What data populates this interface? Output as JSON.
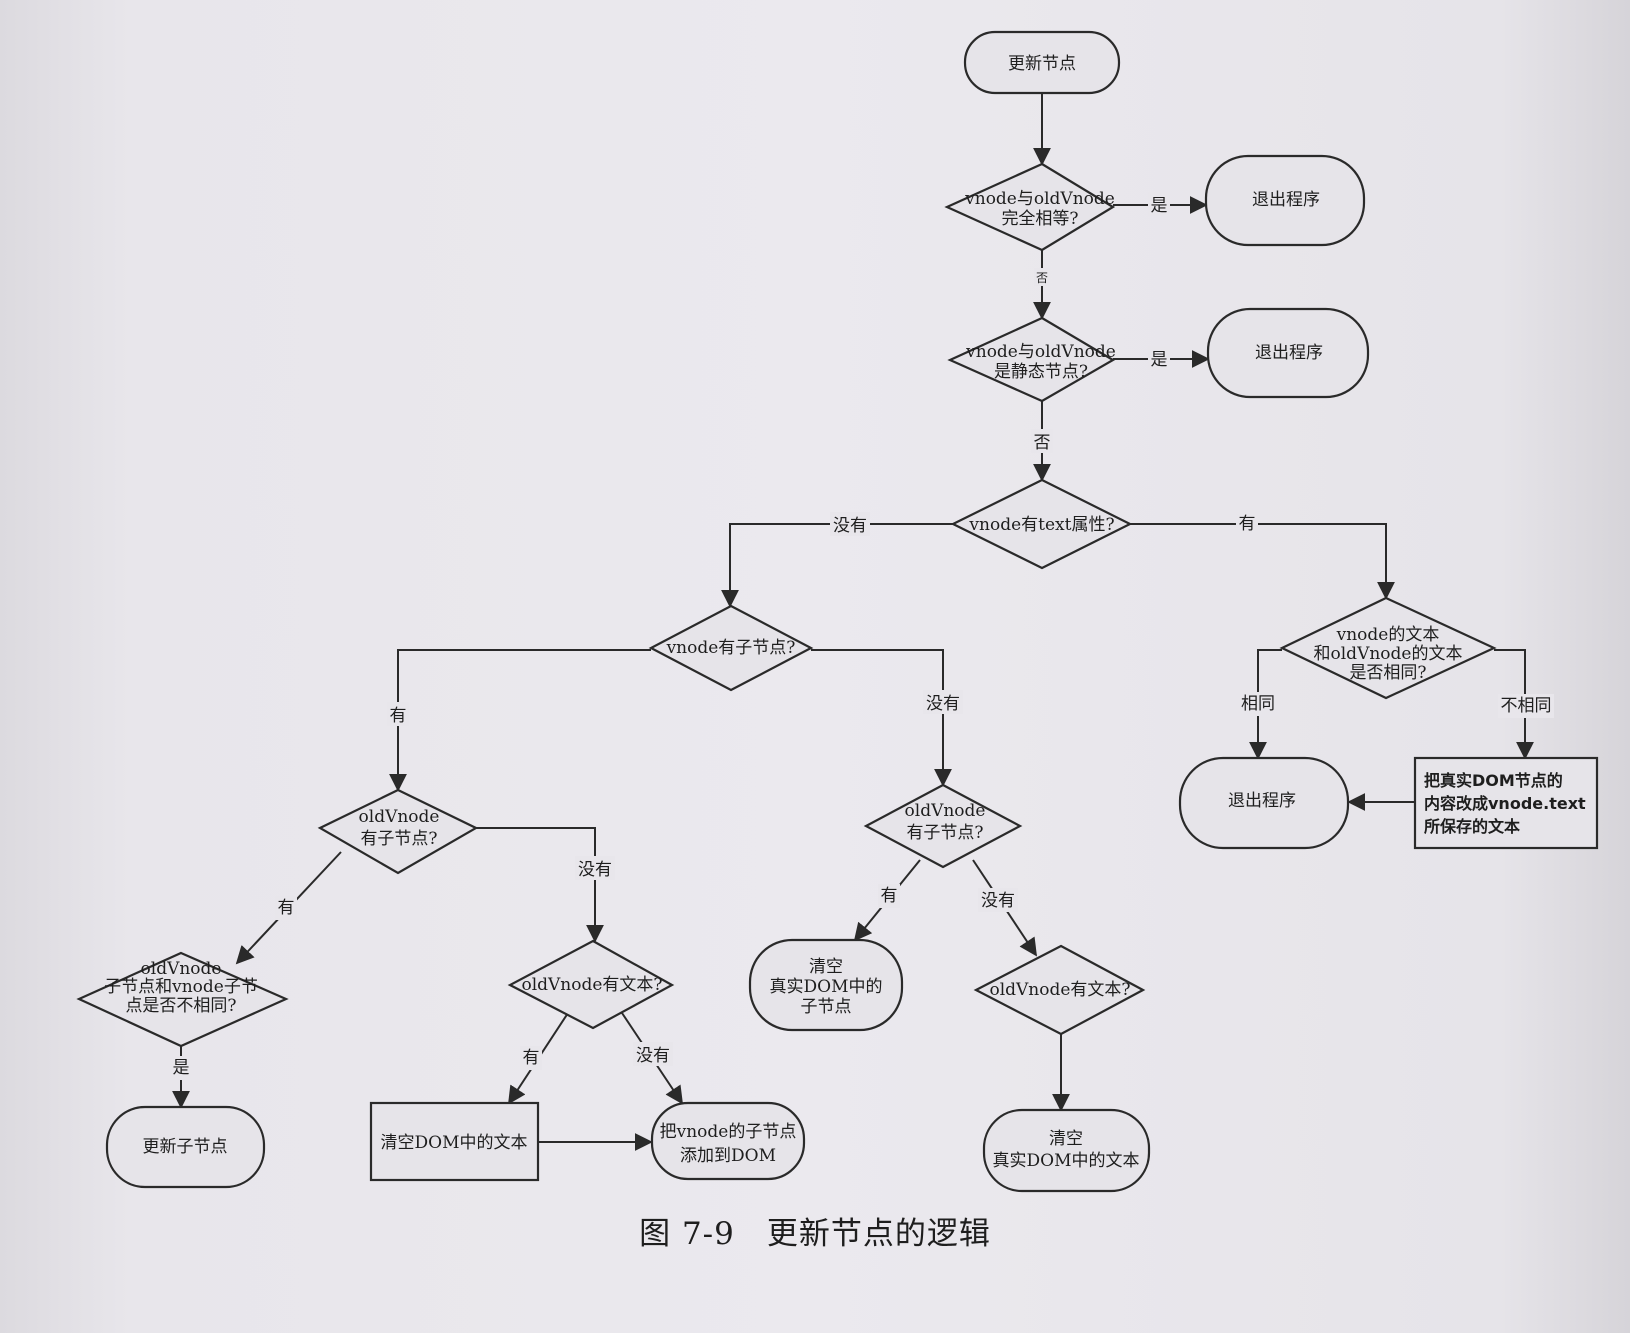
{
  "caption": "图 7-9　更新节点的逻辑",
  "nodes": {
    "start": "更新节点",
    "q_equal": [
      "vnode与oldVnode",
      "完全相等?"
    ],
    "exit_1": "退出程序",
    "q_static": [
      "vnode与oldVnode",
      "是静态节点?"
    ],
    "exit_2": "退出程序",
    "q_text": "vnode有text属性?",
    "q_children": "vnode有子节点?",
    "q_same_text": [
      "vnode的文本",
      "和oldVnode的文本",
      "是否相同?"
    ],
    "exit_3": "退出程序",
    "set_text": [
      "把真实DOM节点的",
      "内容改成vnode.text",
      "所保存的文本"
    ],
    "q_old_children_a": [
      "oldVnode",
      "有子节点?"
    ],
    "q_old_children_b": [
      "oldVnode",
      "有子节点?"
    ],
    "q_children_differ": [
      "oldVnode",
      "子节点和vnode子节",
      "点是否不相同?"
    ],
    "q_old_text_a": "oldVnode有文本?",
    "clear_children": [
      "清空",
      "真实DOM中的",
      "子节点"
    ],
    "q_old_text_b": "oldVnode有文本?",
    "update_children": "更新子节点",
    "clear_dom_text": "清空DOM中的文本",
    "add_children": [
      "把vnode的子节点",
      "添加到DOM"
    ],
    "clear_real_text": [
      "清空",
      "真实DOM中的文本"
    ]
  },
  "edge_labels": {
    "equal_yes": "是",
    "equal_no": "否",
    "static_yes": "是",
    "static_no": "否",
    "text_no": "没有",
    "text_yes": "有",
    "children_yes": "有",
    "children_no": "没有",
    "same": "相同",
    "not_same": "不相同",
    "olda_yes": "有",
    "olda_no": "没有",
    "oldb_yes": "有",
    "oldb_no": "没有",
    "differ_yes": "是",
    "oldtext_yes": "有",
    "oldtext_no": "没有"
  }
}
